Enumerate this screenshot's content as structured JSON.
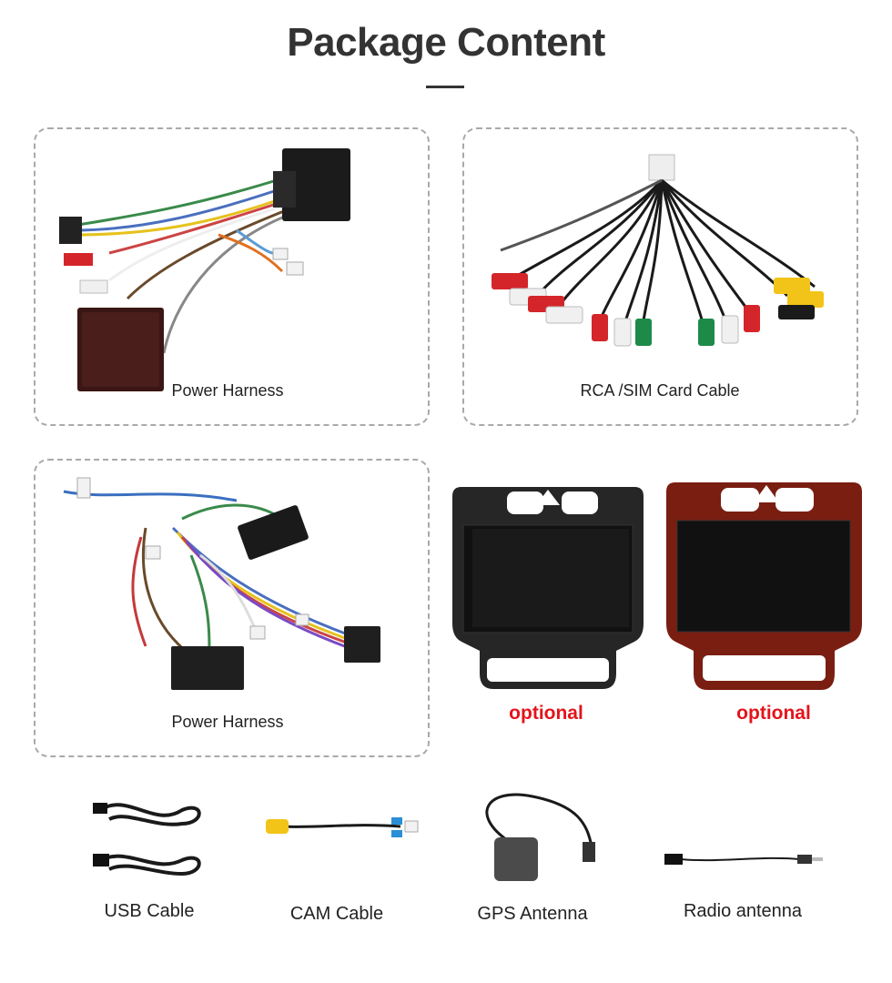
{
  "header": {
    "title": "Package Content"
  },
  "items": {
    "power_harness_1": "Power Harness",
    "rca_sim_cable": "RCA /SIM Card Cable",
    "power_harness_2": "Power Harness",
    "frame_black_tag": "optional",
    "frame_wood_tag": "optional",
    "usb_cable": "USB Cable",
    "cam_cable": "CAM Cable",
    "gps_antenna": "GPS Antenna",
    "radio_antenna": "Radio antenna"
  },
  "colors": {
    "accent_red": "#e3141b",
    "dashed_border": "#a9a9a9",
    "title": "#333333"
  }
}
